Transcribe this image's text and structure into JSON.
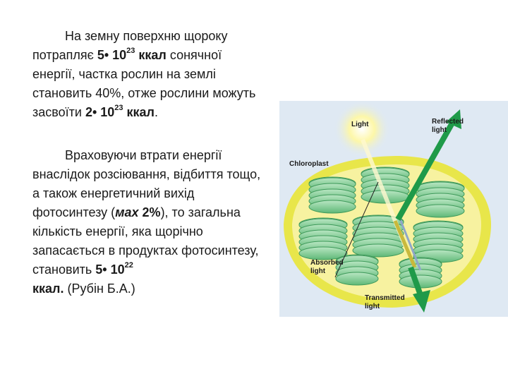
{
  "paragraph1": {
    "text_a": "На земну поверхню щороку потрапляє ",
    "value_a_base": "5• 10",
    "value_a_exp": "23",
    "unit_a": " ккал",
    "text_b": " сонячної енергії, частка рослин на землі становить 40%, отже рослини можуть засвоїти ",
    "value_b_base": "2• 10",
    "value_b_exp": "23",
    "unit_b": " ккал",
    "end": "."
  },
  "paragraph2": {
    "text_a": "Враховуючи втрати енергії внаслідок розсіювання, відбиття тощо, а також енергетичний вихід фотосинтезу (",
    "italic_word": "мах",
    "bold_pct": " 2%",
    "text_b": "), то загальна кількість енергії, яка щорічно запасається в продуктах фотосинтезу, становить ",
    "value_base": "5• 10",
    "value_exp": "22",
    "unit": "ккал.",
    "citation": " (Рубін Б.А.)"
  },
  "figure": {
    "labels": {
      "light": "Light",
      "reflected": "Reflected\nlight",
      "chloroplast": "Chloroplast",
      "absorbed": "Absorbed\nlight",
      "transmitted": "Transmitted\nlight"
    },
    "colors": {
      "background": "#dfe9f3",
      "envelope": "#e8e64a",
      "stroma": "#f7f2a0",
      "thylakoid": "#7ccb8e",
      "arrow": "#1f9a49",
      "light_glow": "#fdf7a8"
    }
  }
}
